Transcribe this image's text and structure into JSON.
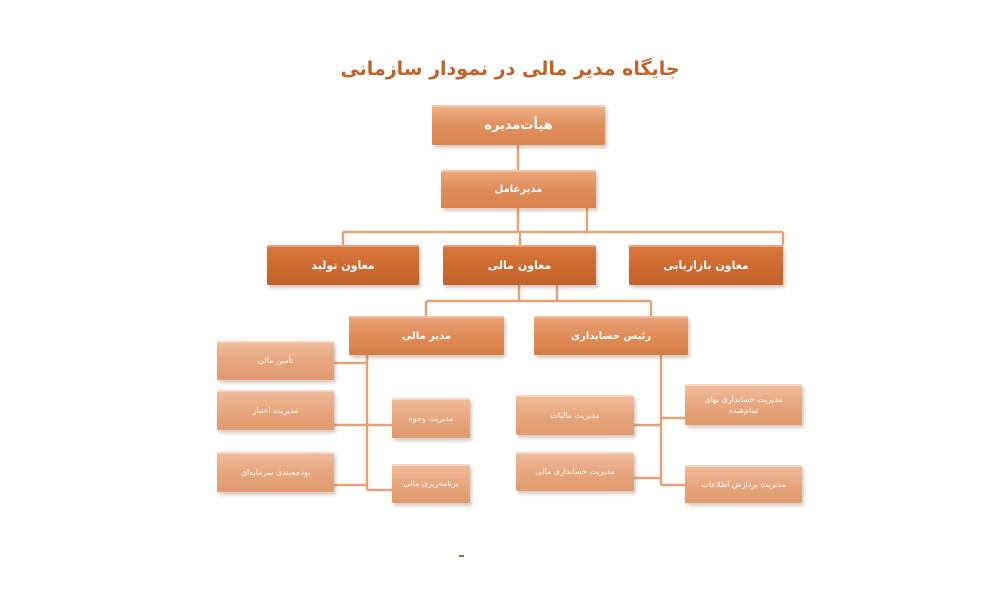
{
  "title": "جایگاه مدیر مالی در نمودار سازمانی",
  "colors": {
    "title": "#c0622a",
    "connector": "#e3a27a",
    "dark_box": "#cc6a31",
    "medium_box": "#de8c59",
    "light_box": "#e7a67e"
  },
  "chart": {
    "root": {
      "label": "هیأت‌مدیره"
    },
    "ceo": {
      "label": "مدیرعامل"
    },
    "vice_presidents": [
      {
        "label": "معاون تولید"
      },
      {
        "label": "معاون مالی"
      },
      {
        "label": "معاون بازاریابی"
      }
    ],
    "finance_heads": [
      {
        "label": "مدیر مالی"
      },
      {
        "label": "رئیس حسابداری"
      }
    ],
    "finance_manager_units": [
      {
        "label": "تأمین مالی"
      },
      {
        "label": "مدیریت اعتبار"
      },
      {
        "label": "بودجه‌بندی سرمایه‌ای"
      },
      {
        "label": "مدیریت وجوه"
      },
      {
        "label": "برنامه‌ریزی مالی"
      }
    ],
    "accounting_units": [
      {
        "label": "مدیریت مالیات"
      },
      {
        "label": "مدیریت حسابداری مالی"
      },
      {
        "label": "مدیریت حسابداری بهای تمام‌شده"
      },
      {
        "label": "مدیریت پردازش اطلاعات"
      }
    ]
  }
}
